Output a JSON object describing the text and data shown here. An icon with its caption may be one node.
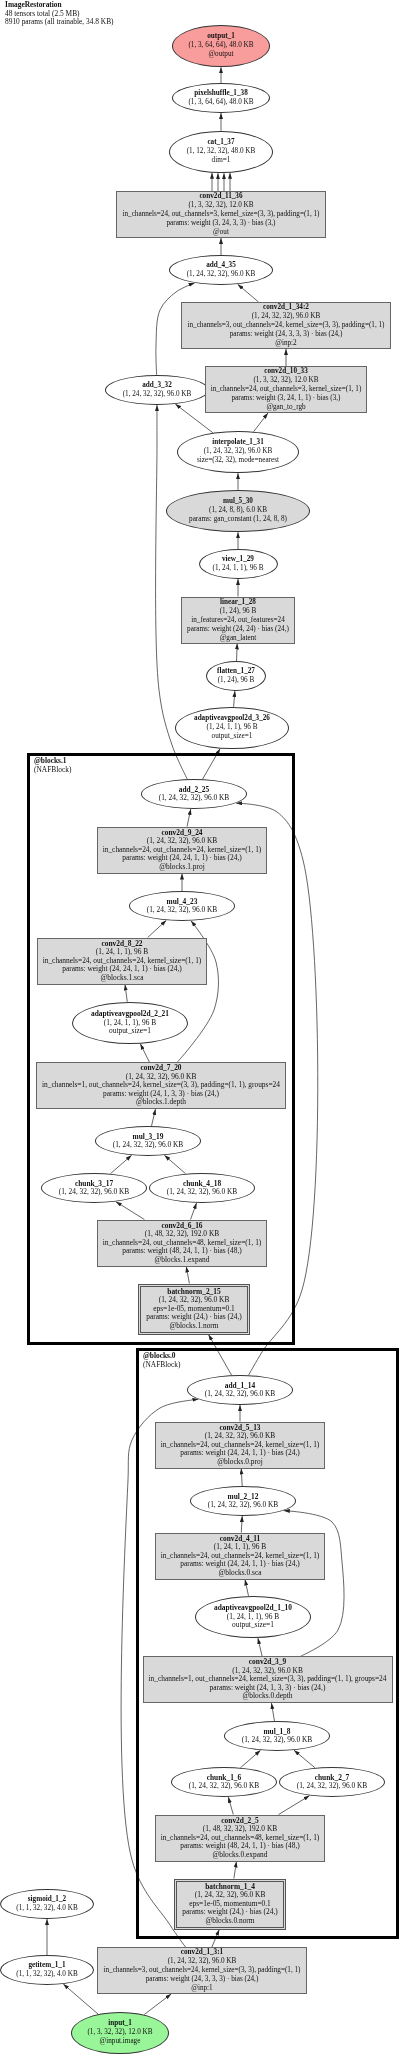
{
  "diagram": {
    "title": "ImageRestoration",
    "labels": [
      "48 tensors total (2.5 MB)",
      "8910 params (all trainable, 34.8 KB)"
    ],
    "nodes": [
      {
        "text": [
          "output_1",
          "(1, 3, 64, 64), 48.0 KB",
          "@output"
        ]
      },
      {
        "text": [
          "pixelshuffle_1_38",
          "(1, 3, 64, 64), 48.0 KB"
        ]
      },
      {
        "text": [
          "cat_1_37",
          "(1, 12, 32, 32), 48.0 KB",
          "dim=1"
        ]
      },
      {
        "text": [
          "conv2d_11_36",
          "(1, 3, 32, 32), 12.0 KB",
          "in_channels=24, out_channels=3, kernel_size=(3, 3), padding=(1, 1)",
          "params: weight (3, 24, 3, 3) · bias (3,)",
          "@out"
        ]
      },
      {
        "text": [
          "add_4_35",
          "(1, 24, 32, 32), 96.0 KB"
        ]
      },
      {
        "text": [
          "conv2d_1_34:2",
          "(1, 24, 32, 32), 96.0 KB",
          "in_channels=3, out_channels=24, kernel_size=(3, 3), padding=(1, 1)",
          "params: weight (24, 3, 3, 3) · bias (24,)",
          "@inp:2"
        ]
      },
      {
        "text": [
          "add_3_32",
          "(1, 24, 32, 32), 96.0 KB"
        ]
      },
      {
        "text": [
          "conv2d_10_33",
          "(1, 3, 32, 32), 12.0 KB",
          "in_channels=24, out_channels=3, kernel_size=(1, 1)",
          "params: weight (3, 24, 1, 1) · bias (3,)",
          "@gan_to_rgb"
        ]
      },
      {
        "text": [
          "interpolate_1_31",
          "(1, 24, 32, 32), 96.0 KB",
          "size=(32, 32), mode=nearest"
        ]
      },
      {
        "text": [
          "mul_5_30",
          "(1, 24, 8, 8), 6.0 KB",
          "params: gan_constant (1, 24, 8, 8)"
        ]
      },
      {
        "text": [
          "view_1_29",
          "(1, 24, 1, 1), 96 B"
        ]
      },
      {
        "text": [
          "linear_1_28",
          "(1, 24), 96 B",
          "in_features=24, out_features=24",
          "params: weight (24, 24) · bias (24,)",
          "@gan_latent"
        ]
      },
      {
        "text": [
          "flatten_1_27",
          "(1, 24), 96 B"
        ]
      },
      {
        "text": [
          "adaptiveavgpool2d_3_26",
          "(1, 24, 1, 1), 96 B",
          "output_size=1"
        ]
      },
      {
        "text": [
          "@blocks.1",
          "(NAFBlock)"
        ]
      },
      {
        "text": [
          "add_2_25",
          "(1, 24, 32, 32), 96.0 KB"
        ],
        "in": 14
      },
      {
        "text": [
          "conv2d_9_24",
          "(1, 24, 32, 32), 96.0 KB",
          "in_channels=24, out_channels=24, kernel_size=(1, 1)",
          "params: weight (24, 24, 1, 1) · bias (24,)",
          "@blocks.1.proj"
        ],
        "in": 14
      },
      {
        "text": [
          "mul_4_23",
          "(1, 24, 32, 32), 96.0 KB"
        ],
        "in": 14
      },
      {
        "text": [
          "conv2d_8_22",
          "(1, 24, 1, 1), 96 B",
          "in_channels=24, out_channels=24, kernel_size=(1, 1)",
          "params: weight (24, 24, 1, 1) · bias (24,)",
          "@blocks.1.sca"
        ],
        "in": 14
      },
      {
        "text": [
          "adaptiveavgpool2d_2_21",
          "(1, 24, 1, 1), 96 B",
          "output_size=1"
        ],
        "in": 14
      },
      {
        "text": [
          "conv2d_7_20",
          "(1, 24, 32, 32), 96.0 KB",
          "in_channels=1, out_channels=24, kernel_size=(3, 3), padding=(1, 1), groups=24",
          "params: weight (24, 1, 3, 3) · bias (24,)",
          "@blocks.1.depth"
        ],
        "in": 14
      },
      {
        "text": [
          "mul_3_19",
          "(1, 24, 32, 32), 96.0 KB"
        ],
        "in": 14
      },
      {
        "text": [
          "chunk_3_17",
          "(1, 24, 32, 32), 96.0 KB"
        ],
        "in": 14
      },
      {
        "text": [
          "chunk_4_18",
          "(1, 24, 32, 32), 96.0 KB"
        ],
        "in": 14
      },
      {
        "text": [
          "conv2d_6_16",
          "(1, 48, 32, 32), 192.0 KB",
          "in_channels=24, out_channels=48, kernel_size=(1, 1)",
          "params: weight (48, 24, 1, 1) · bias (48,)",
          "@blocks.1.expand"
        ],
        "in": 14
      },
      {
        "text": [
          "batchnorm_2_15",
          "(1, 24, 32, 32), 96.0 KB",
          "eps=1e-05, momentum=0.1",
          "params: weight (24,) · bias (24,)",
          "@blocks.1.norm"
        ],
        "in": 14
      },
      {
        "text": [
          "@blocks.0",
          "(NAFBlock)"
        ]
      },
      {
        "text": [
          "add_1_14",
          "(1, 24, 32, 32), 96.0 KB"
        ],
        "in": 26
      },
      {
        "text": [
          "conv2d_5_13",
          "(1, 24, 32, 32), 96.0 KB",
          "in_channels=24, out_channels=24, kernel_size=(1, 1)",
          "params: weight (24, 24, 1, 1) · bias (24,)",
          "@blocks.0.proj"
        ],
        "in": 26
      },
      {
        "text": [
          "mul_2_12",
          "(1, 24, 32, 32), 96.0 KB"
        ],
        "in": 26
      },
      {
        "text": [
          "conv2d_4_11",
          "(1, 24, 1, 1), 96 B",
          "in_channels=24, out_channels=24, kernel_size=(1, 1)",
          "params: weight (24, 24, 1, 1) · bias (24,)",
          "@blocks.0.sca"
        ],
        "in": 26
      },
      {
        "text": [
          "adaptiveavgpool2d_1_10",
          "(1, 24, 1, 1), 96 B",
          "output_size=1"
        ],
        "in": 26
      },
      {
        "text": [
          "conv2d_3_9",
          "(1, 24, 32, 32), 96.0 KB",
          "in_channels=1, out_channels=24, kernel_size=(3, 3), padding=(1, 1), groups=24",
          "params: weight (24, 1, 3, 3) · bias (24,)",
          "@blocks.0.depth"
        ],
        "in": 26
      },
      {
        "text": [
          "mul_1_8",
          "(1, 24, 32, 32), 96.0 KB"
        ],
        "in": 26
      },
      {
        "text": [
          "chunk_1_6",
          "(1, 24, 32, 32), 96.0 KB"
        ],
        "in": 26
      },
      {
        "text": [
          "chunk_2_7",
          "(1, 24, 32, 32), 96.0 KB"
        ],
        "in": 26
      },
      {
        "text": [
          "conv2d_2_5",
          "(1, 48, 32, 32), 192.0 KB",
          "in_channels=24, out_channels=48, kernel_size=(1, 1)",
          "params: weight (48, 24, 1, 1) · bias (48,)",
          "@blocks.0.expand"
        ],
        "in": 26
      },
      {
        "text": [
          "batchnorm_1_4",
          "(1, 24, 32, 32), 96.0 KB",
          "eps=1e-05, momentum=0.1",
          "params: weight (24,) · bias (24,)",
          "@blocks.0.norm"
        ],
        "in": 26
      },
      {
        "text": [
          "sigmoid_1_2",
          "(1, 1, 32, 32), 4.0 KB"
        ]
      },
      {
        "text": [
          "getitem_1_1",
          "(1, 1, 32, 32), 4.0 KB"
        ]
      },
      {
        "text": [
          "conv2d_1_3:1",
          "(1, 24, 32, 32), 96.0 KB",
          "in_channels=3, out_channels=24, kernel_size=(3, 3), padding=(1, 1)",
          "params: weight (24, 3, 3, 3) · bias (24,)",
          "@inp:1"
        ]
      },
      {
        "text": [
          "input_1",
          "(1, 3, 32, 32), 12.0 KB",
          "@input.image"
        ]
      }
    ],
    "edges": [
      {
        "from": 1,
        "to": 0,
        "arrow": "to"
      },
      {
        "from": 2,
        "to": 1,
        "arrow": "to"
      },
      {
        "from": 3,
        "to": 2,
        "arrow": "to"
      },
      {
        "from": 3,
        "to": 2,
        "arrow": "to"
      },
      {
        "from": 3,
        "to": 2,
        "arrow": "to"
      },
      {
        "from": 3,
        "to": 2,
        "arrow": "to"
      },
      {
        "from": 4,
        "to": 3,
        "arrow": "to"
      },
      {
        "from": 5,
        "to": 4,
        "arrow": "to"
      },
      {
        "from": 6,
        "to": 4,
        "arrow": "to"
      },
      {
        "from": 7,
        "to": 5,
        "arrow": "to"
      },
      {
        "from": 8,
        "to": 6,
        "arrow": "to"
      },
      {
        "from": 8,
        "to": 7,
        "arrow": "to"
      },
      {
        "from": 9,
        "to": 8,
        "arrow": "to"
      },
      {
        "from": 10,
        "to": 9,
        "arrow": "to"
      },
      {
        "from": 11,
        "to": 10,
        "arrow": "to"
      },
      {
        "from": 12,
        "to": 11,
        "arrow": "to"
      },
      {
        "from": 13,
        "to": 12,
        "arrow": "to"
      },
      {
        "from": 15,
        "to": 13,
        "arrow": "to"
      },
      {
        "from": 15,
        "to": 6,
        "arrow": "to"
      },
      {
        "from": 16,
        "to": 15,
        "arrow": "to"
      },
      {
        "from": 17,
        "to": 16,
        "arrow": "to"
      },
      {
        "from": 18,
        "to": 17,
        "arrow": "to"
      },
      {
        "from": 20,
        "to": 17,
        "arrow": "to"
      },
      {
        "from": 19,
        "to": 18,
        "arrow": "to"
      },
      {
        "from": 20,
        "to": 19,
        "arrow": "to"
      },
      {
        "from": 21,
        "to": 20,
        "arrow": "to"
      },
      {
        "from": 22,
        "to": 21,
        "arrow": "to"
      },
      {
        "from": 23,
        "to": 21,
        "arrow": "to"
      },
      {
        "from": 24,
        "to": 22,
        "arrow": "to"
      },
      {
        "from": 24,
        "to": 23,
        "arrow": "to"
      },
      {
        "from": 25,
        "to": 24,
        "arrow": "to"
      },
      {
        "from": 27,
        "to": 25,
        "arrow": "to"
      },
      {
        "from": 27,
        "to": 15,
        "arrow": "to"
      },
      {
        "from": 28,
        "to": 27,
        "arrow": "to"
      },
      {
        "from": 29,
        "to": 28,
        "arrow": "to"
      },
      {
        "from": 30,
        "to": 29,
        "arrow": "to"
      },
      {
        "from": 32,
        "to": 29,
        "arrow": "to"
      },
      {
        "from": 31,
        "to": 30,
        "arrow": "to"
      },
      {
        "from": 32,
        "to": 31,
        "arrow": "to"
      },
      {
        "from": 33,
        "to": 32,
        "arrow": "to"
      },
      {
        "from": 34,
        "to": 33,
        "arrow": "to"
      },
      {
        "from": 35,
        "to": 33,
        "arrow": "to"
      },
      {
        "from": 36,
        "to": 34,
        "arrow": "to"
      },
      {
        "from": 36,
        "to": 35,
        "arrow": "to"
      },
      {
        "from": 37,
        "to": 36,
        "arrow": "to"
      },
      {
        "from": 40,
        "to": 37,
        "arrow": "to"
      },
      {
        "from": 40,
        "to": 27,
        "arrow": "to"
      },
      {
        "from": 39,
        "to": 38,
        "arrow": "to"
      },
      {
        "from": 41,
        "to": 39,
        "arrow": "to"
      },
      {
        "from": 41,
        "to": 40,
        "arrow": "to"
      }
    ]
  }
}
